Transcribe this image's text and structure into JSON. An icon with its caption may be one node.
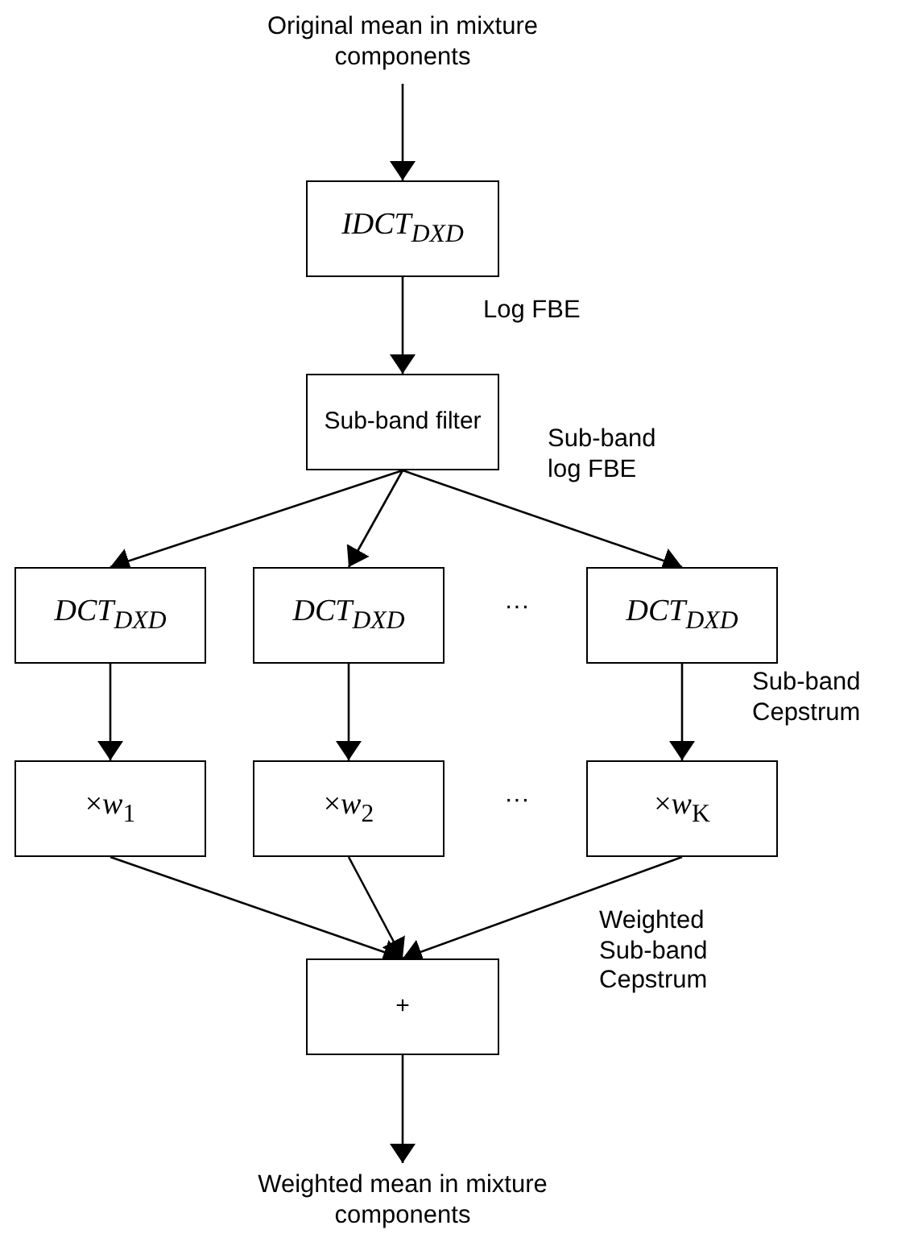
{
  "diagram": {
    "nodes": [
      {
        "text": [
          "Original mean in mixture components"
        ]
      },
      {
        "text": [
          "IDCT$_{DXD}$"
        ]
      },
      {
        "text": [
          "Sub-band filter"
        ]
      },
      {
        "text": [
          "DCT$_{DXD}$"
        ]
      },
      {
        "text": [
          "DCT$_{DXD}$"
        ]
      },
      {
        "text": [
          "DCT$_{DXD}$"
        ]
      },
      {
        "text": [
          "×*w*$_{1}$"
        ]
      },
      {
        "text": [
          "×*w*$_{2}$"
        ]
      },
      {
        "text": [
          "×*w*$_{K}$"
        ]
      },
      {
        "text": [
          "+"
        ]
      },
      {
        "text": [
          "Weighted mean in mixture components"
        ]
      }
    ],
    "edges": [
      {
        "from": 0,
        "to": 1,
        "arrow": "to"
      },
      {
        "from": 1,
        "to": 2,
        "arrow": "to"
      },
      {
        "from": 2,
        "to": 3,
        "arrow": "to"
      },
      {
        "from": 2,
        "to": 4,
        "arrow": "to"
      },
      {
        "from": 2,
        "to": 5,
        "arrow": "to"
      },
      {
        "from": 3,
        "to": 6,
        "arrow": "to"
      },
      {
        "from": 4,
        "to": 7,
        "arrow": "to"
      },
      {
        "from": 5,
        "to": 8,
        "arrow": "to"
      },
      {
        "from": 6,
        "to": 9,
        "arrow": "to"
      },
      {
        "from": 7,
        "to": 9,
        "arrow": "to"
      },
      {
        "from": 8,
        "to": 9,
        "arrow": "to"
      },
      {
        "from": 9,
        "to": 10,
        "arrow": "to"
      }
    ],
    "labels": [
      "Log FBE",
      "Sub-band log FBE",
      "···",
      "Sub-band Cepstrum",
      "···",
      "Weighted Sub-band Cepstrum"
    ]
  }
}
